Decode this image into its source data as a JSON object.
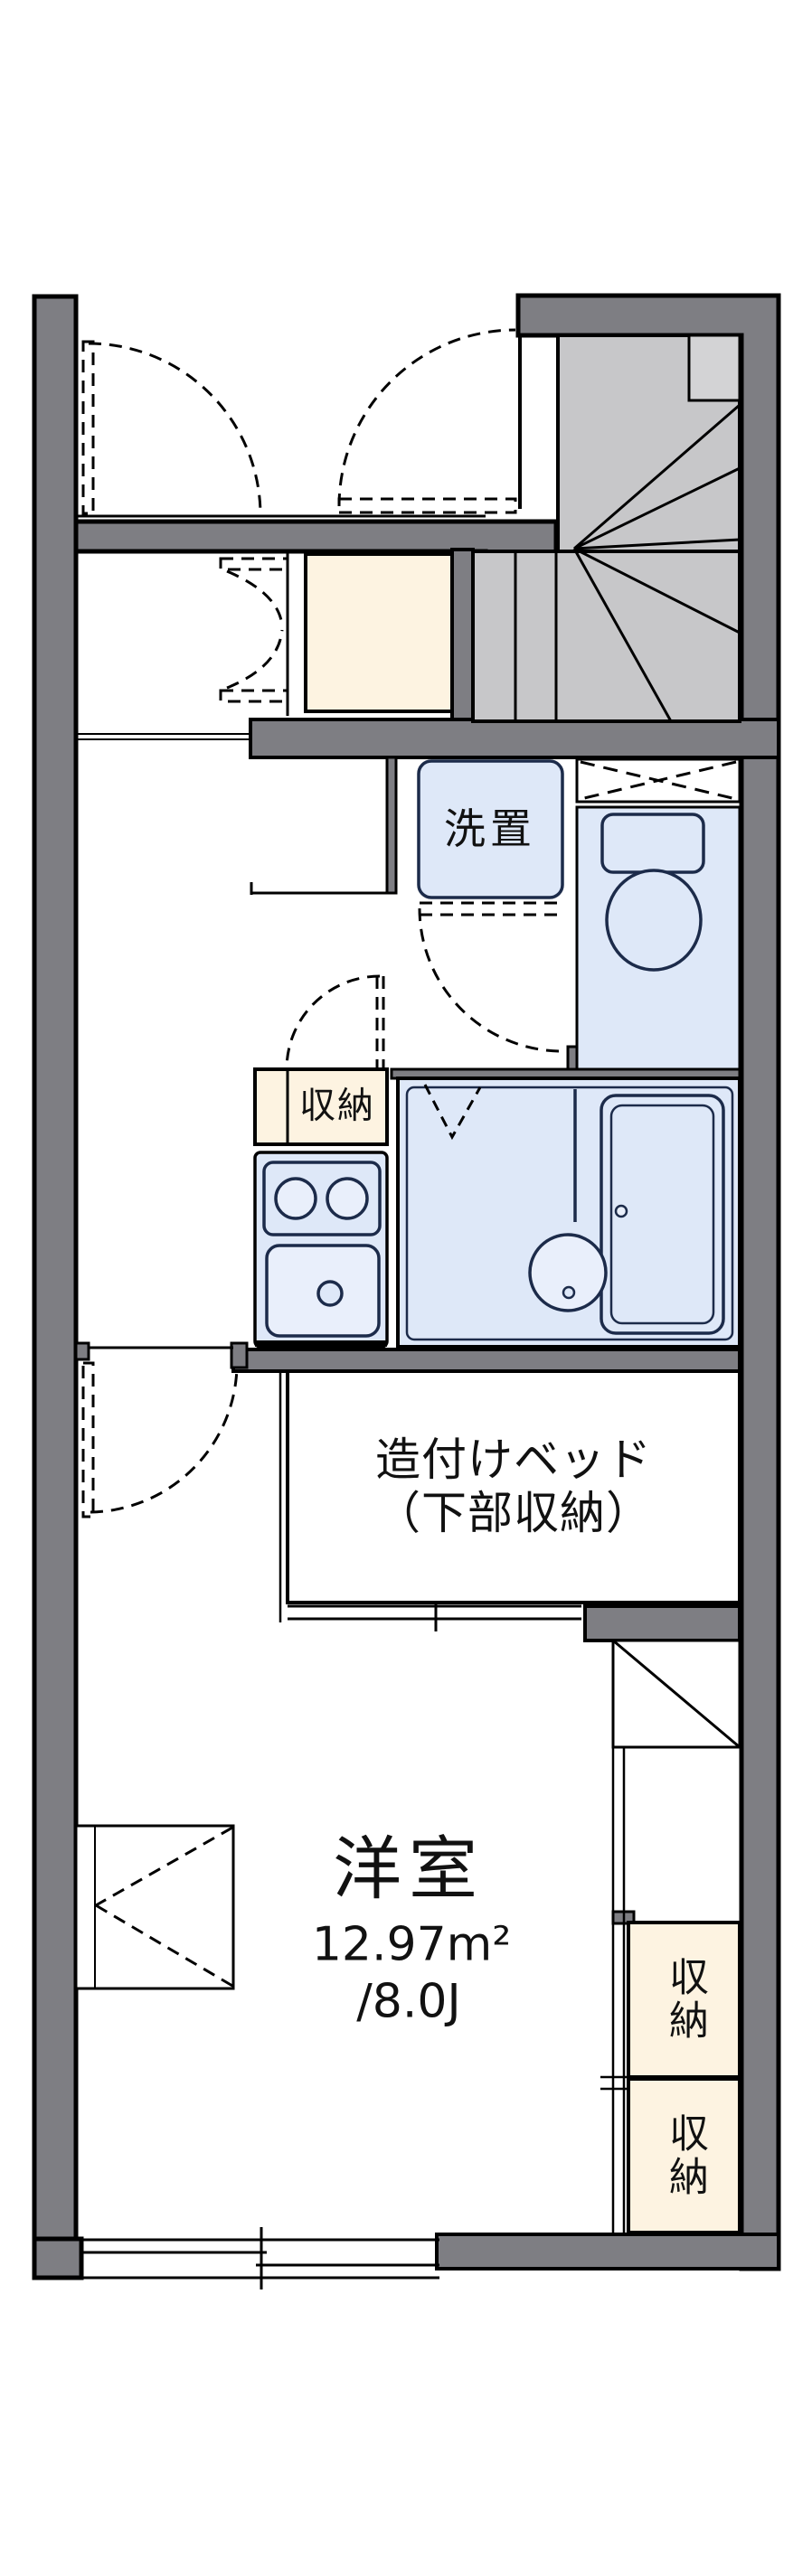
{
  "floorplan": {
    "rooms": {
      "washing_machine_space": {
        "label": "洗置"
      },
      "kitchen_storage": {
        "label": "収納"
      },
      "built_in_bed": {
        "label_line1": "造付けベッド",
        "label_line2": "（下部収納）"
      },
      "main_room": {
        "name": "洋室",
        "area_m2": "12.97m²",
        "area_tatami": "/8.0J"
      },
      "storage_upper": {
        "label": "収納"
      },
      "storage_lower": {
        "label": "収納"
      }
    },
    "colors": {
      "wall": "#7e7e83",
      "stairs": "#c7c7c9",
      "landing": "#d3d3d5",
      "cream": "#fdf3e1",
      "blue": "#dee8f8",
      "blue-light": "#e9effb",
      "line": "#111111"
    }
  }
}
